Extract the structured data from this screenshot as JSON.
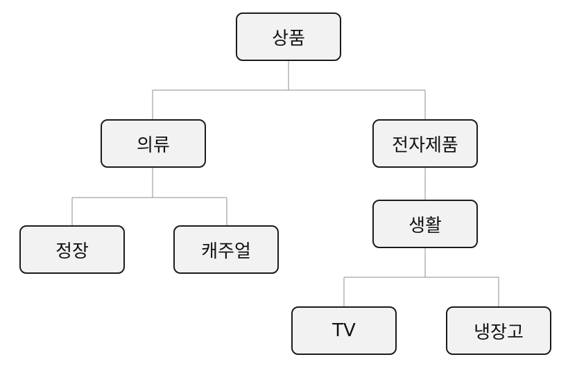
{
  "tree": {
    "root": {
      "label": "상품"
    },
    "clothing": {
      "label": "의류"
    },
    "electronics": {
      "label": "전자제품"
    },
    "living": {
      "label": "생활"
    },
    "formal": {
      "label": "정장"
    },
    "casual": {
      "label": "캐주얼"
    },
    "tv": {
      "label": "TV"
    },
    "refrigerator": {
      "label": "냉장고"
    }
  },
  "colors": {
    "node_fill": "#f2f2f2",
    "node_border": "#1a1a1a",
    "connector": "#8c8c8c"
  }
}
